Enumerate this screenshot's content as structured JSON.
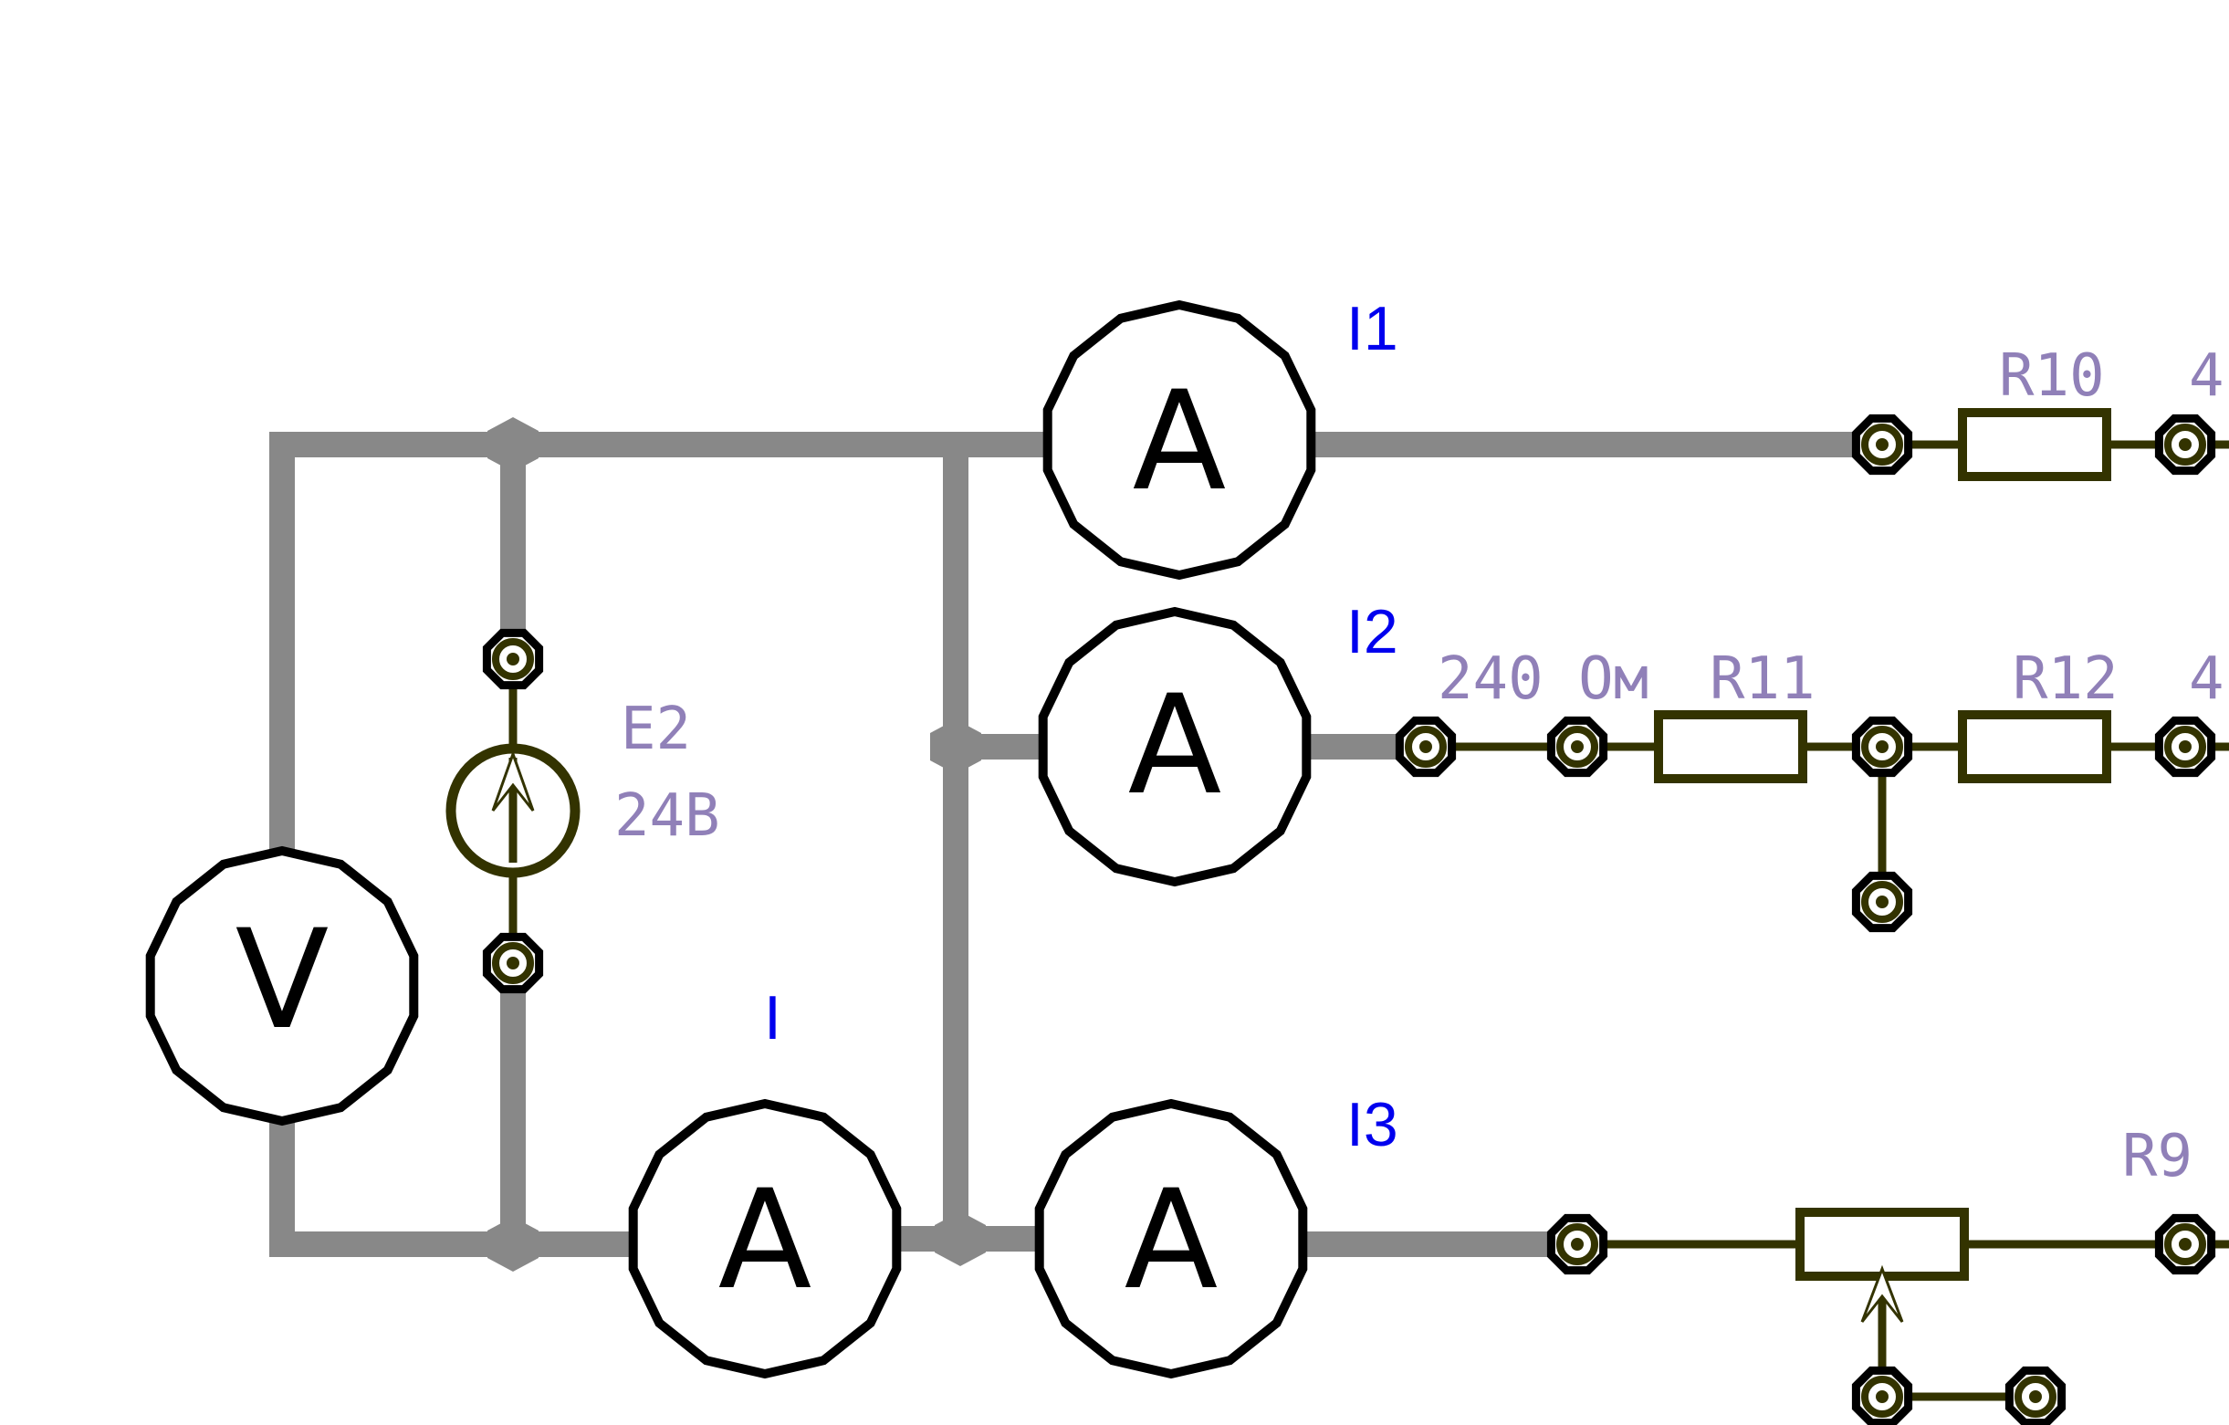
{
  "meters": {
    "voltmeter": {
      "letter": "V"
    },
    "ammeter_i1": {
      "letter": "A",
      "name": "I1"
    },
    "ammeter_i2": {
      "letter": "A",
      "name": "I2"
    },
    "ammeter_i3": {
      "letter": "A",
      "name": "I3"
    },
    "ammeter_i": {
      "letter": "A",
      "name": "I"
    }
  },
  "source": {
    "name": "E2",
    "value": "24В"
  },
  "labels": {
    "r10": "R10",
    "r10_value": "4",
    "r11": "R11",
    "r12": "R12",
    "r12_value": "4",
    "r9": "R9",
    "line2_value": "240 Ом"
  },
  "colors": {
    "thick_wire": "#888888",
    "component": "#333300",
    "meter_name": "#0000ee",
    "component_label": "#9080b8"
  }
}
